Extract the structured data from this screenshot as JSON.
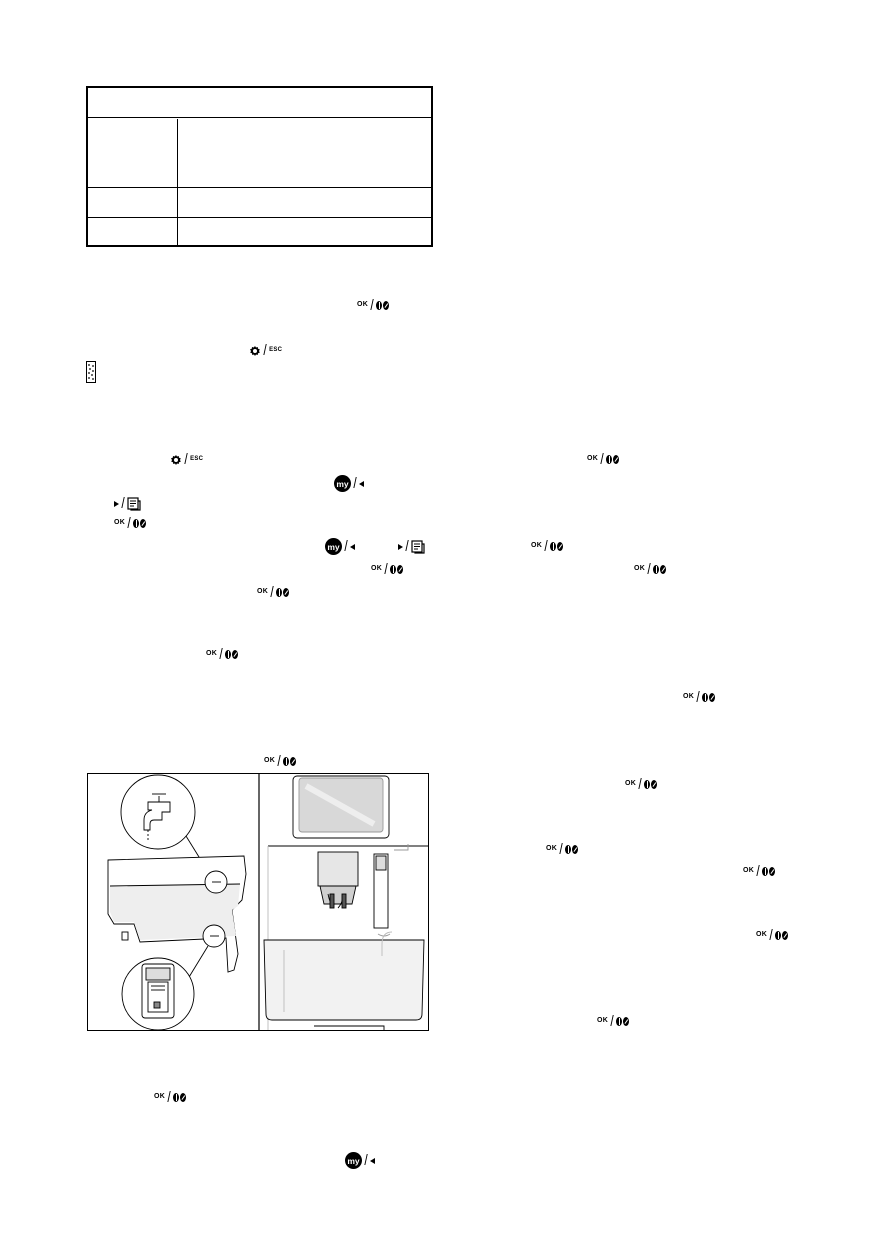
{
  "icons": {
    "ok_label": "OK",
    "esc_label": "ESC",
    "my_label": "my"
  },
  "illustration": {
    "left_panel": "water-tank-with-filter",
    "right_panel": "coffee-machine-spout-and-drip-tray"
  },
  "colors": {
    "ink": "#000000",
    "light_gray": "#e6e6e6",
    "mid_gray": "#bdbdbd"
  }
}
